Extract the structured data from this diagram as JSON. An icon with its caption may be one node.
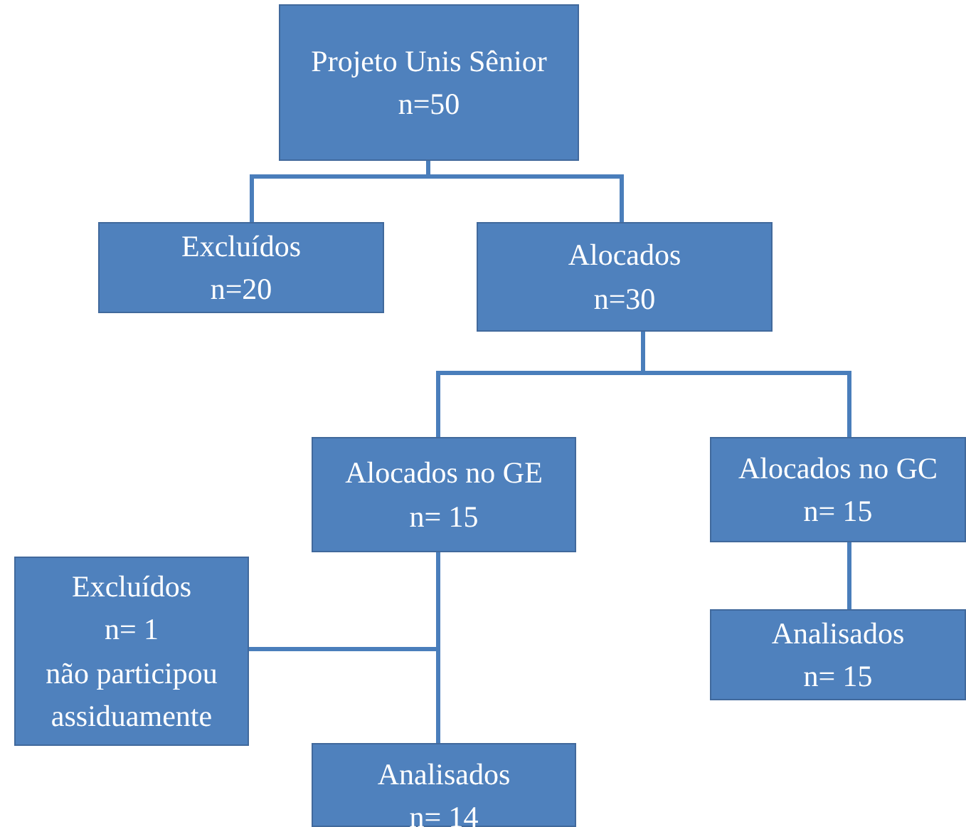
{
  "diagram": {
    "nodes": [
      {
        "text": [
          "Projeto Unis Sênior",
          "n=50"
        ]
      },
      {
        "text": [
          "Excluídos",
          "n=20"
        ]
      },
      {
        "text": [
          "Alocados",
          "n=30"
        ]
      },
      {
        "text": [
          "Alocados no GE",
          "n= 15"
        ]
      },
      {
        "text": [
          "Alocados no GC",
          "n= 15"
        ]
      },
      {
        "text": [
          "Excluídos",
          "n= 1",
          "não participou assiduamente"
        ]
      },
      {
        "text": [
          "Analisados",
          "n= 15"
        ]
      },
      {
        "text": [
          "Analisados",
          "n= 14"
        ]
      }
    ],
    "edges": [
      {
        "from": 0,
        "to": 1,
        "arrow": "none"
      },
      {
        "from": 0,
        "to": 2,
        "arrow": "none"
      },
      {
        "from": 2,
        "to": 3,
        "arrow": "none"
      },
      {
        "from": 2,
        "to": 4,
        "arrow": "none"
      },
      {
        "from": 3,
        "to": 5,
        "arrow": "none"
      },
      {
        "from": 3,
        "to": 7,
        "arrow": "none"
      },
      {
        "from": 4,
        "to": 6,
        "arrow": "none"
      }
    ]
  }
}
